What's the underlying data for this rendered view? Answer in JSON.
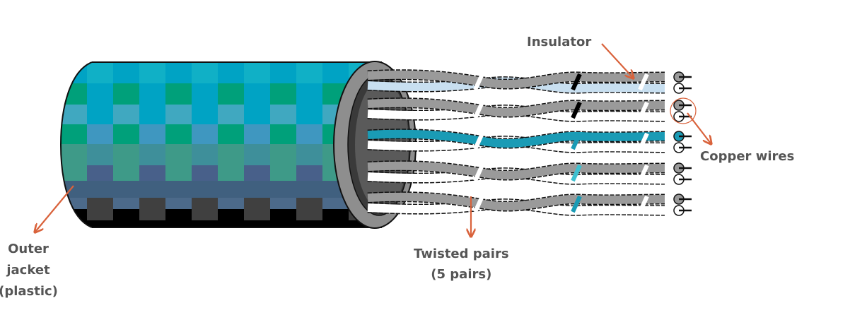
{
  "title": "Twisted pair cable anatomy",
  "labels": {
    "insulator": "Insulator",
    "copper_wires": "Copper wires",
    "twisted_pairs_line1": "Twisted pairs",
    "twisted_pairs_line2": "(5 pairs)",
    "outer_jacket_line1": "Outer",
    "outer_jacket_line2": "jacket",
    "outer_jacket_line3": "(plastic)"
  },
  "pair_count": 5,
  "colors": {
    "arrow": "#d9623b",
    "label_text": "#555555",
    "jacket_cyan": "#00a3c4",
    "jacket_green": "#00a07a",
    "jacket_slate": "#40607f",
    "jacket_dark": "#404040",
    "wire_gray": "#9a9a9a",
    "wire_teal": "#1a9bb5",
    "wire_lightblue": "#a8c8ee",
    "wire_sage": "#9ec4bb"
  },
  "pairs": [
    {
      "name": "pair-1",
      "top_color": "#9a9a9a",
      "bottom_color": "#c8dff0",
      "stripe": "#000000"
    },
    {
      "name": "pair-2",
      "top_color": "#9a9a9a",
      "bottom_color": "#ffffff",
      "stripe": "#000000"
    },
    {
      "name": "pair-3",
      "top_color": "#1a9bb5",
      "bottom_color": "#ffffff",
      "stripe": "#1a9bb5"
    },
    {
      "name": "pair-4",
      "top_color": "#9a9a9a",
      "bottom_color": "#ffffff",
      "stripe": "#3fc0d0"
    },
    {
      "name": "pair-5",
      "top_color": "#9a9a9a",
      "bottom_color": "#ffffff",
      "stripe": "#1a9bb5"
    }
  ]
}
